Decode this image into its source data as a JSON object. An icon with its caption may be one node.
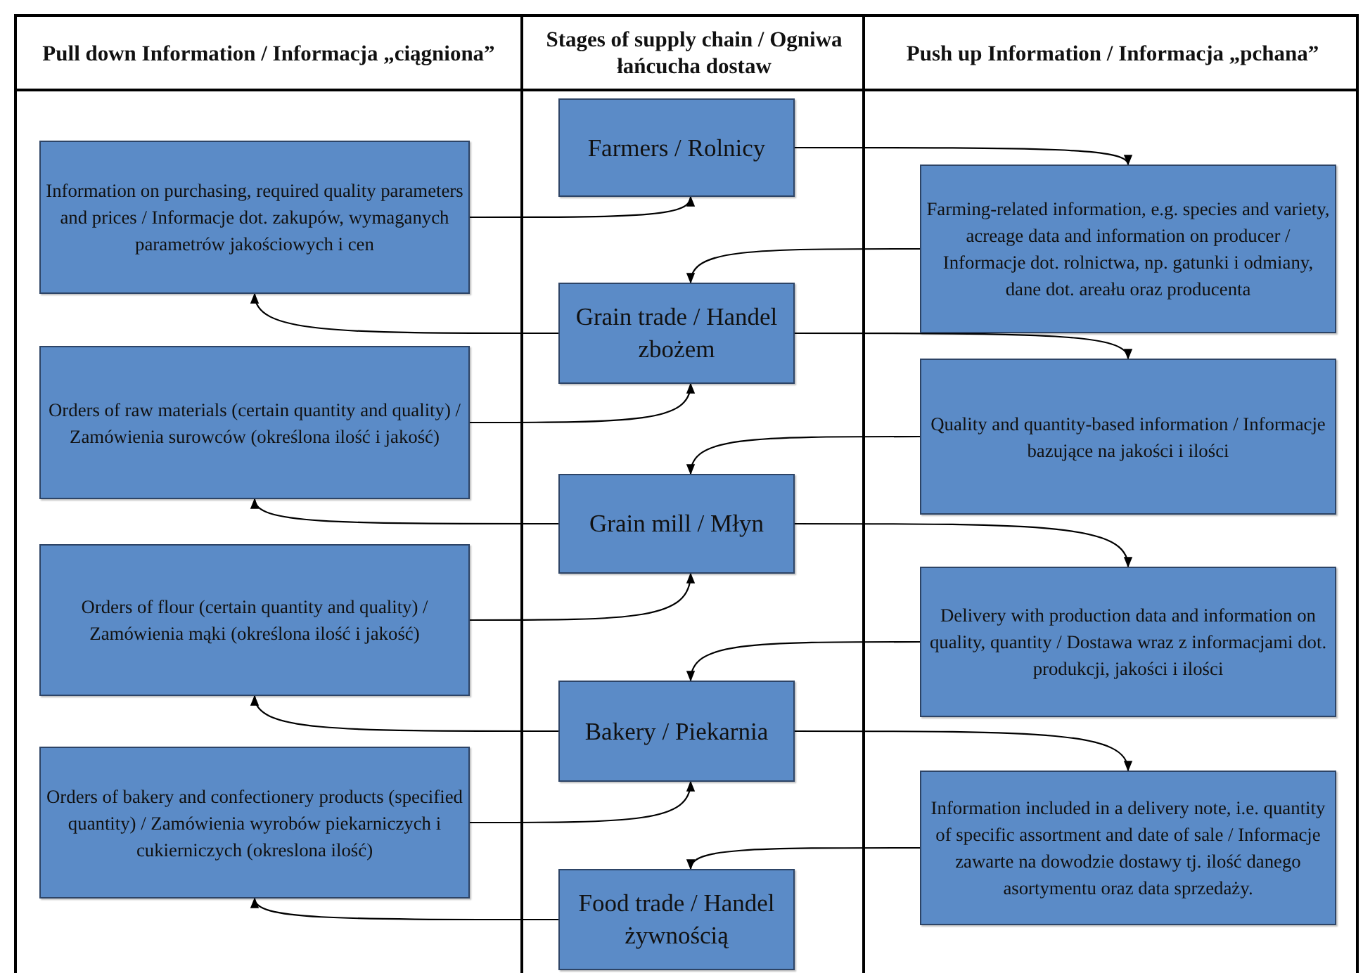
{
  "diagram": {
    "nodes": [
      {
        "text": [
          "Farmers / Rolnicy"
        ]
      },
      {
        "text": [
          "Information on purchasing, required quality parameters and prices / Informacje dot. zakupów, wymaganych parametrów jakościowych i cen"
        ]
      },
      {
        "text": [
          "Farming-related information, e.g. species and variety, acreage data and information on producer / Informacje dot. rolnictwa, np. gatunki i odmiany, dane dot. areału oraz producenta"
        ]
      },
      {
        "text": [
          "Grain trade / Handel zbożem"
        ]
      },
      {
        "text": [
          "Orders of raw materials (certain quantity and quality) / Zamówienia surowców (określona ilość i jakość)"
        ]
      },
      {
        "text": [
          "Quality and quantity-based information / Informacje bazujące na jakości i ilości"
        ]
      },
      {
        "text": [
          "Grain mill / Młyn"
        ]
      },
      {
        "text": [
          "Orders of flour (certain quantity and quality) / Zamówienia mąki (określona ilość i jakość)"
        ]
      },
      {
        "text": [
          "Delivery with production data and information on quality, quantity / Dostawa wraz z informacjami dot. produkcji, jakości i ilości"
        ]
      },
      {
        "text": [
          "Bakery / Piekarnia"
        ]
      },
      {
        "text": [
          "Orders of bakery and confectionery products (specified quantity) / Zamówienia wyrobów piekarniczych i cukierniczych (okreslona ilość)"
        ]
      },
      {
        "text": [
          "Information included in a delivery note, i.e. quantity of specific assortment and date of sale / Informacje zawarte na dowodzie dostawy tj. ilość danego asortymentu oraz data sprzedaży."
        ]
      },
      {
        "text": [
          "Food trade / Handel żywnością"
        ]
      }
    ],
    "edges": [
      {
        "from": 1,
        "to": 0,
        "arrow": "to"
      },
      {
        "from": 3,
        "to": 1,
        "arrow": "to"
      },
      {
        "from": 4,
        "to": 3,
        "arrow": "to"
      },
      {
        "from": 6,
        "to": 4,
        "arrow": "to"
      },
      {
        "from": 7,
        "to": 6,
        "arrow": "to"
      },
      {
        "from": 9,
        "to": 7,
        "arrow": "to"
      },
      {
        "from": 10,
        "to": 9,
        "arrow": "to"
      },
      {
        "from": 12,
        "to": 10,
        "arrow": "to"
      },
      {
        "from": 0,
        "to": 2,
        "arrow": "to"
      },
      {
        "from": 2,
        "to": 3,
        "arrow": "to"
      },
      {
        "from": 3,
        "to": 5,
        "arrow": "to"
      },
      {
        "from": 5,
        "to": 6,
        "arrow": "to"
      },
      {
        "from": 6,
        "to": 8,
        "arrow": "to"
      },
      {
        "from": 8,
        "to": 9,
        "arrow": "to"
      },
      {
        "from": 9,
        "to": 11,
        "arrow": "to"
      },
      {
        "from": 11,
        "to": 12,
        "arrow": "to"
      }
    ],
    "labels": [
      "Pull down Information / Informacja „ciągniona”",
      "Stages of supply chain / Ogniwa łańcucha dostaw",
      "Push up Information / Informacja „pchana”"
    ]
  }
}
